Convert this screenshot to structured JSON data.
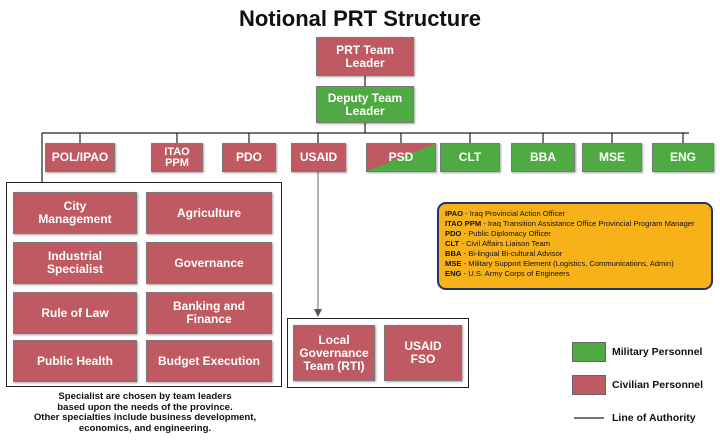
{
  "title": "Notional PRT Structure",
  "nodes": {
    "team_leader": "PRT Team Leader",
    "deputy": "Deputy Team Leader"
  },
  "sections": [
    {
      "label": "POL/IPAO",
      "type": "civilian"
    },
    {
      "label": "ITAO PPM",
      "type": "civilian"
    },
    {
      "label": "PDO",
      "type": "civilian"
    },
    {
      "label": "USAID",
      "type": "civilian"
    },
    {
      "label": "PSD",
      "type": "split"
    },
    {
      "label": "CLT",
      "type": "military"
    },
    {
      "label": "BBA",
      "type": "military"
    },
    {
      "label": "MSE",
      "type": "military"
    },
    {
      "label": "ENG",
      "type": "military"
    }
  ],
  "specialists": [
    "City Management",
    "Agriculture",
    "Industrial Specialist",
    "Governance",
    "Rule of Law",
    "Banking and Finance",
    "Public Health",
    "Budget Execution"
  ],
  "usaid_units": [
    "Local Governance Team (RTI)",
    "USAID FSO"
  ],
  "acronyms": [
    {
      "abbr": "IPAO",
      "text": "Iraq Provincial Action Officer"
    },
    {
      "abbr": "ITAO PPM",
      "text": "Iraq Transition Assistance Office Provincial Program Manager"
    },
    {
      "abbr": "PDO",
      "text": "Public Diplomacy Officer"
    },
    {
      "abbr": "CLT",
      "text": "Civil Affairs Liaison Team"
    },
    {
      "abbr": "BBA",
      "text": "Bi-lingual Bi-cultural Advisor"
    },
    {
      "abbr": "MSE",
      "text": "Military Support Element (Logistics, Communications, Admin)"
    },
    {
      "abbr": "ENG",
      "text": "U.S. Army Corps of Engineers"
    }
  ],
  "note_lines": [
    "Specialist are chosen by team leaders",
    "based upon the needs of the province.",
    "Other specialties include business development,",
    "economics, and engineering."
  ],
  "legend": {
    "military": "Military Personnel",
    "civilian": "Civilian Personnel",
    "authority": "Line of Authority"
  },
  "colors": {
    "civilian": "#bf5a62",
    "military": "#4faa44",
    "acronym_panel": "#f7b21a"
  }
}
